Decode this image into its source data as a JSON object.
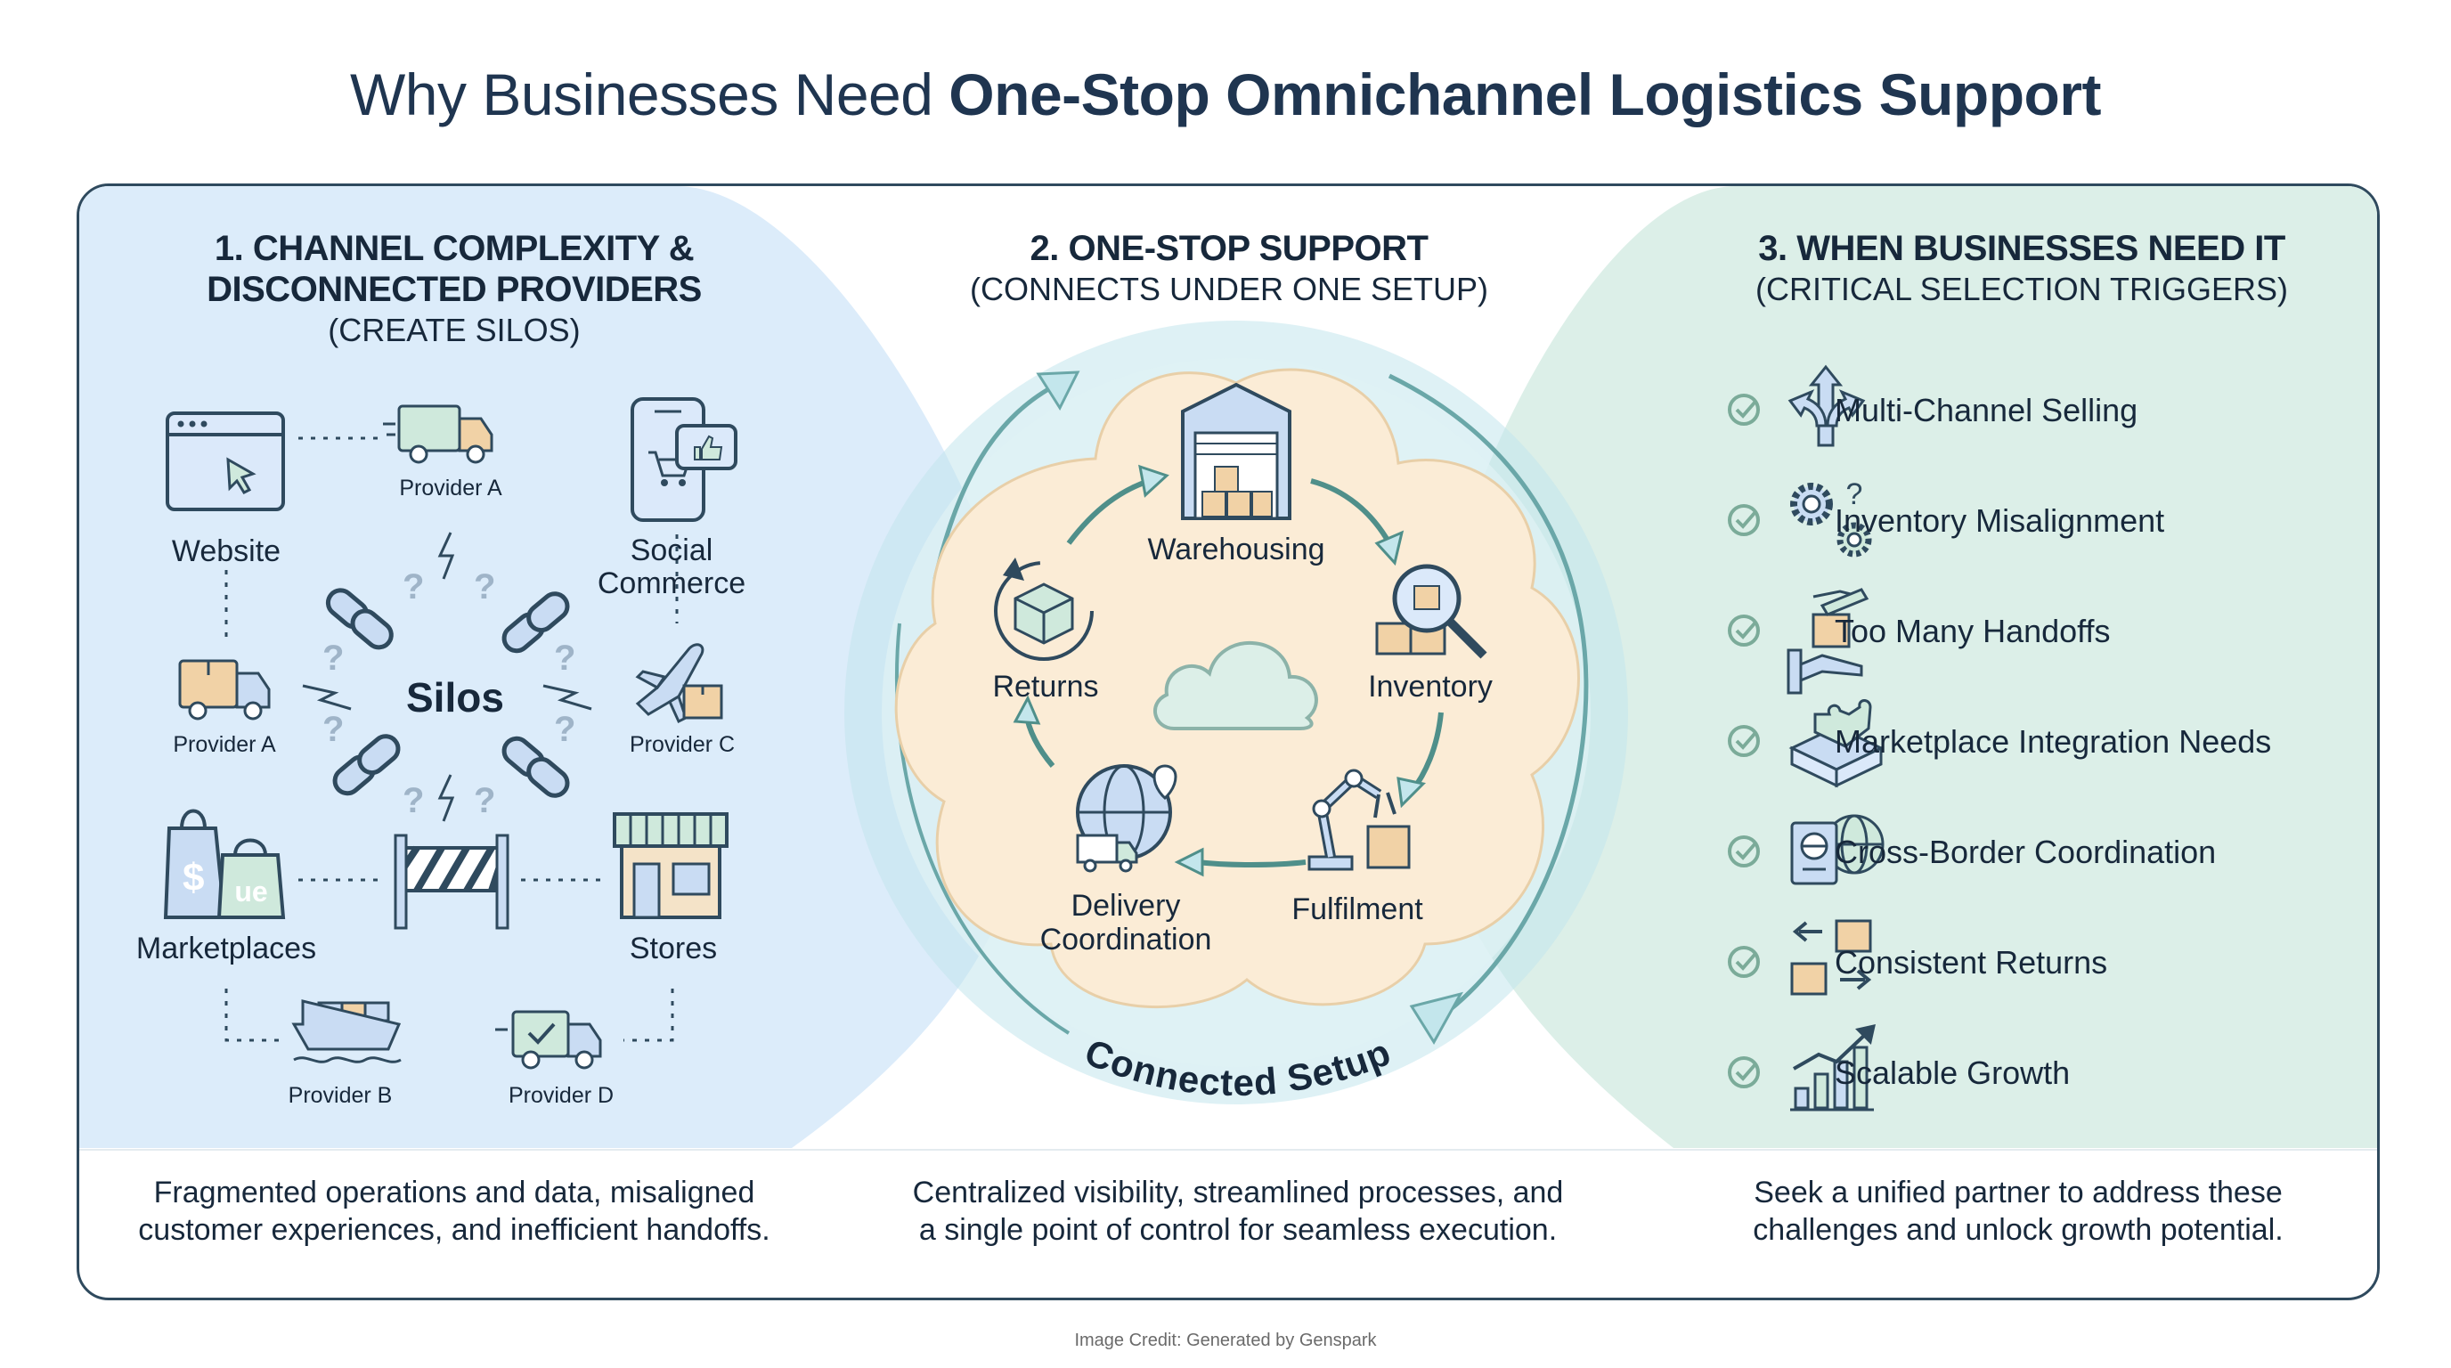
{
  "title": {
    "normal": "Why Businesses Need ",
    "bold": "One-Stop Omnichannel Logistics Support"
  },
  "section1": {
    "heading_line1": "1. CHANNEL COMPLEXITY &",
    "heading_line2": "DISCONNECTED PROVIDERS",
    "sub": "(CREATE SILOS)",
    "center_label": "Silos",
    "channels": {
      "website": "Website",
      "social_line1": "Social",
      "social_line2": "Commerce",
      "marketplaces": "Marketplaces",
      "stores": "Stores"
    },
    "providers": {
      "top": "Provider A",
      "left": "Provider A",
      "right": "Provider C",
      "bottom_left": "Provider B",
      "bottom_right": "Provider D"
    },
    "marketplace_bag_text": "ue",
    "footer_line1": "Fragmented operations and data, misaligned",
    "footer_line2": "customer experiences, and inefficient handoffs."
  },
  "section2": {
    "heading": "2. ONE-STOP SUPPORT",
    "sub": "(CONNECTS UNDER ONE SETUP)",
    "steps": {
      "warehousing": "Warehousing",
      "inventory": "Inventory",
      "fulfilment": "Fulfilment",
      "delivery_line1": "Delivery",
      "delivery_line2": "Coordination",
      "returns": "Returns"
    },
    "ring_label": "Connected Setup",
    "footer_line1": "Centralized visibility, streamlined processes, and",
    "footer_line2": "a single point of control for seamless execution."
  },
  "section3": {
    "heading": "3. WHEN BUSINESSES NEED IT",
    "sub": "(CRITICAL SELECTION TRIGGERS)",
    "triggers": [
      {
        "label": "Multi-Channel Selling",
        "icon": "split-arrows-icon"
      },
      {
        "label": "Inventory Misalignment",
        "icon": "gears-question-icon"
      },
      {
        "label": "Too Many Handoffs",
        "icon": "hand-box-icon"
      },
      {
        "label": "Marketplace Integration Needs",
        "icon": "puzzle-icon"
      },
      {
        "label": "Cross-Border Coordination",
        "icon": "passport-globe-icon"
      },
      {
        "label": "Consistent Returns",
        "icon": "box-swap-icon"
      },
      {
        "label": "Scalable Growth",
        "icon": "growth-chart-icon"
      }
    ],
    "footer_line1": "Seek a unified partner to address these",
    "footer_line2": "challenges and unlock growth potential."
  },
  "credit": "Image Credit: Generated by Genspark",
  "colors": {
    "left_panel": "#dcecfa",
    "right_panel": "#dcefe8",
    "cloud": "#fbecd6",
    "ring": "#c3e6ec",
    "outline": "#2f4a5e",
    "icon_blue": "#c9dcf3",
    "icon_tan": "#f1d2a6",
    "icon_green": "#cfe9dc"
  }
}
